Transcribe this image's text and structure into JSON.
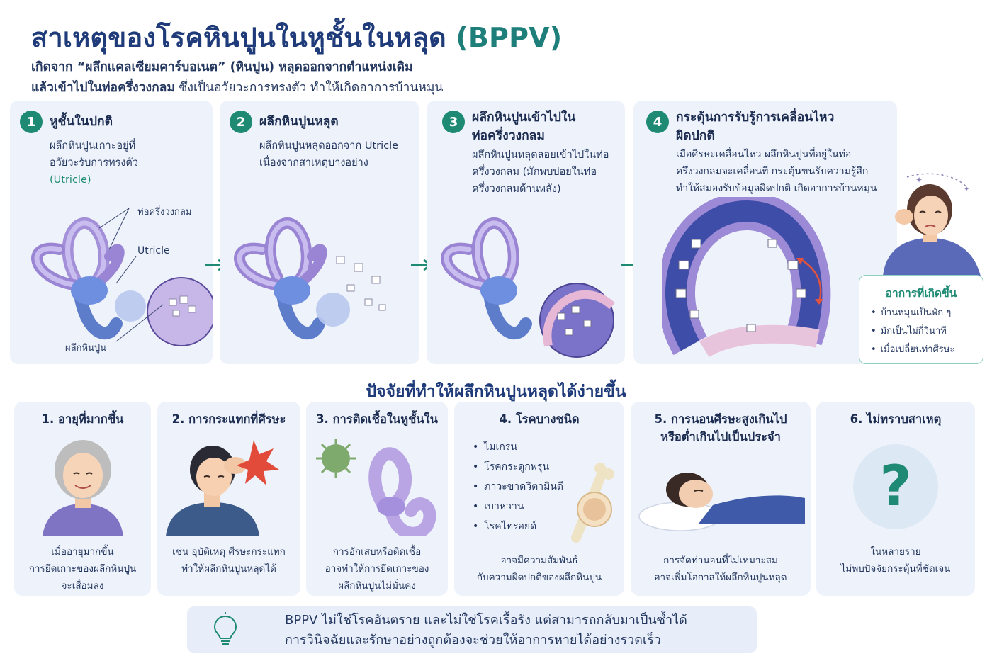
{
  "header": {
    "title_main": "สาเหตุของโรคหินปูนในหูชั้นในหลุด",
    "title_tag": "(BPPV)",
    "subtitle1": "เกิดจาก “ผลึกแคลเซียมคาร์บอเนต” (หินปูน) หลุดออกจากตำแหน่งเดิม",
    "subtitle2_bold": "แล้วเข้าไปในท่อครึ่งวงกลม",
    "subtitle2_normal": " ซึ่งเป็นอวัยวะการทรงตัว ทำให้เกิดอาการบ้านหมุน"
  },
  "steps": [
    {
      "num": "1",
      "title": "หูชั้นในปกติ",
      "desc1": "ผลึกหินปูนเกาะอยู่ที่",
      "desc2": "อวัยวะรับการทรงตัว",
      "desc3": "(Utricle)",
      "label_canal": "ท่อครึ่งวงกลม",
      "label_utricle": "Utricle",
      "label_crystal": "ผลึกหินปูน"
    },
    {
      "num": "2",
      "title": "ผลึกหินปูนหลุด",
      "desc1": "ผลึกหินปูนหลุดออกจาก Utricle",
      "desc2": "เนื่องจากสาเหตุบางอย่าง"
    },
    {
      "num": "3",
      "title1": "ผลึกหินปูนเข้าไปใน",
      "title2": "ท่อครึ่งวงกลม",
      "desc1": "ผลึกหินปูนหลุดลอยเข้าไปในท่อ",
      "desc2": "ครึ่งวงกลม (มักพบบ่อยในท่อ",
      "desc3": "ครึ่งวงกลมด้านหลัง)"
    },
    {
      "num": "4",
      "title1": "กระตุ้นการรับรู้การเคลื่อนไหว",
      "title2": "ผิดปกติ",
      "desc1": "เมื่อศีรษะเคลื่อนไหว ผลึกหินปูนที่อยู่ในท่อ",
      "desc2": "ครึ่งวงกลมจะเคลื่อนที่ กระตุ้นขนรับความรู้สึก",
      "desc3": "ทำให้สมองรับข้อมูลผิดปกติ เกิดอาการบ้านหมุน"
    }
  ],
  "symptoms": {
    "title": "อาการที่เกิดขึ้น",
    "items": [
      "บ้านหมุนเป็นพัก ๆ",
      "มักเป็นไม่กี่วินาที",
      "เมื่อเปลี่ยนท่าศีรษะ"
    ]
  },
  "factors_title": "ปัจจัยที่ทำให้ผลึกหินปูนหลุดได้ง่ายขึ้น",
  "factors": [
    {
      "title": "1. อายุที่มากขึ้น",
      "desc": [
        "เมื่ออายุมากขึ้น",
        "การยึดเกาะของผลึกหินปูน",
        "จะเสื่อมลง"
      ]
    },
    {
      "title": "2. การกระแทกที่ศีรษะ",
      "desc": [
        "เช่น อุบัติเหตุ ศีรษะกระแทก",
        "ทำให้ผลึกหินปูนหลุดได้"
      ]
    },
    {
      "title": "3. การติดเชื้อในหูชั้นใน",
      "desc": [
        "การอักเสบหรือติดเชื้อ",
        "อาจทำให้การยึดเกาะของ",
        "ผลึกหินปูนไม่มั่นคง"
      ]
    },
    {
      "title": "4. โรคบางชนิด",
      "list": [
        "ไมเกรน",
        "โรคกระดูกพรุน",
        "ภาวะขาดวิตามินดี",
        "เบาหวาน",
        "โรคไทรอยด์"
      ],
      "desc": [
        "อาจมีความสัมพันธ์",
        "กับความผิดปกติของผลึกหินปูน"
      ]
    },
    {
      "title1": "5. การนอนศีรษะสูงเกินไป",
      "title2": "หรือต่ำเกินไปเป็นประจำ",
      "desc": [
        "การจัดท่านอนที่ไม่เหมาะสม",
        "อาจเพิ่มโอกาสให้ผลึกหินปูนหลุด"
      ]
    },
    {
      "title": "6. ไม่ทราบสาเหตุ",
      "mark": "?",
      "desc": [
        "ในหลายราย",
        "ไม่พบปัจจัยกระตุ้นที่ชัดเจน"
      ]
    }
  ],
  "note": {
    "line1": "BPPV ไม่ใช่โรคอันตราย และไม่ใช่โรคเรื้อรัง แต่สามารถกลับมาเป็นซ้ำได้",
    "line2": "การวินิจฉัยและรักษาอย่างถูกต้องจะช่วยให้อาการหายได้อย่างรวดเร็ว"
  },
  "colors": {
    "teal": "#1e8a74",
    "navy": "#1f3b7a",
    "panel": "#eef3fb",
    "alert_arrow": "#e0533f"
  }
}
